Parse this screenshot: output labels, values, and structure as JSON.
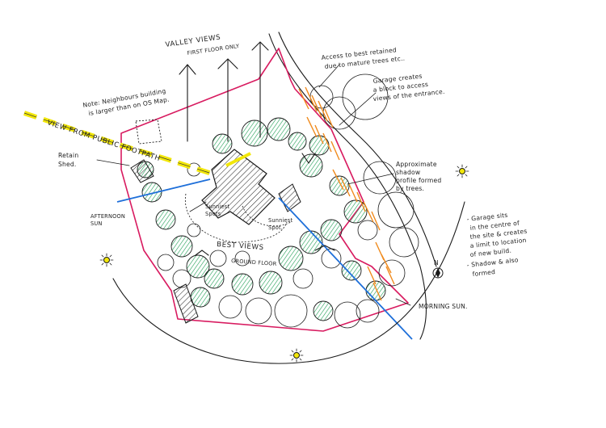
{
  "annotations": {
    "valley_views": "VALLEY    VIEWS",
    "first_floor_only": "FIRST FLOOR ONLY",
    "note_line1": "Note: Neighbours building",
    "note_line2": "is larger than on OS Map.",
    "view_from_public": "VIEW  FROM  PUBLIC  FOOTPATH",
    "retain_shed_1": "Retain",
    "retain_shed_2": "Shed.",
    "afternoon_sun_1": "AFTERNOON",
    "afternoon_sun_2": "SUN",
    "sunniest_spots_1": "Sunniest",
    "sunniest_spots_2": "Spots",
    "sunniest_spot_1": "Sunniest",
    "sunniest_spot_2": "Spot.",
    "best_views": "BEST    VIEWS",
    "ground_floor": "GROUND FLOOR",
    "access_1": "Access to best retained",
    "access_2": "due to mature trees etc..",
    "garage_creates_1": "Garage creates",
    "garage_creates_2": "a block to access",
    "garage_creates_3": "views of the entrance.",
    "shadow_profile_1": "Approximate",
    "shadow_profile_2": "shadow",
    "shadow_profile_3": "profile formed",
    "shadow_profile_4": "by trees.",
    "garage_sits_1": "- Garage sits",
    "garage_sits_2": "in the centre of",
    "garage_sits_3": "the site & creates",
    "garage_sits_4": "a limit to location",
    "garage_sits_5": "of new build.",
    "shadow_formed_1": "- Shadow & also",
    "shadow_formed_2": "formed",
    "north": "N",
    "morning_sun": "MORNING SUN."
  },
  "colors": {
    "boundary": "#d81b60",
    "shadow_line": "#1e6fd9",
    "footpath": "#f2e70a",
    "tree_green": "#1f9d55",
    "hatch_orange": "#f08a1c"
  },
  "icons": [
    "sun-icon",
    "north-arrow-icon",
    "view-arrow-icon",
    "tree-canopy-icon",
    "building-hatch-icon"
  ]
}
